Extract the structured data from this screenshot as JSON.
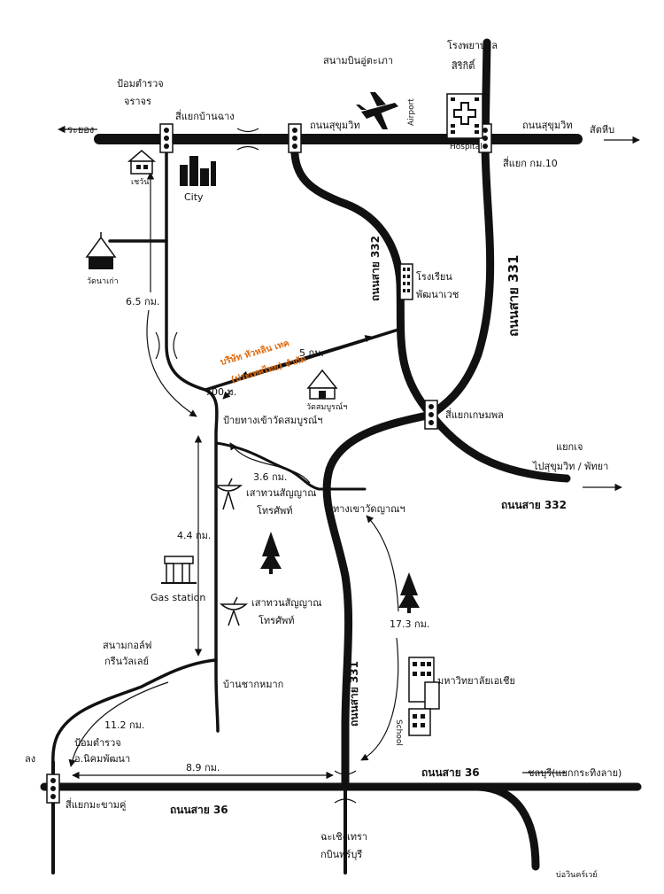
{
  "top_labels": {
    "airport_th": "สนามบินอู่ตะเภา",
    "hospital_th_1": "โรงพยาบาล",
    "hospital_th_2": "สิริกิติ์",
    "police_th_1": "ป้อมตำรวจ",
    "police_th_2": "จราจร",
    "junction_banchang": "สี่แยกบ้านฉาง",
    "sukhumvit_left": "ถนนสุขุมวิท",
    "sukhumvit_right": "ถนนสุขุมวิท",
    "rayong": "ระยอง",
    "sattahip": "สัตหีบ",
    "junction_km10": "สี่แยก กม.10",
    "airport_en": "Airport",
    "hospital_en": "Hospital",
    "city": "City",
    "chez_wan": "เชวัน"
  },
  "mid_labels": {
    "temple_small": "วัดนาเก่า",
    "dist_65": "6.5 กม.",
    "road_332_vertical": "ถนนสาย 332",
    "road_331_right": "ถนนสาย 331",
    "school_1": "โรงเรียน",
    "school_2": "พัฒนาเวช",
    "dist_5": "5 กม.",
    "company_1": "บริษัท หัวหลิน เทค",
    "company_2": "(ประเทศไทย) จำกัด",
    "dist_700": "700 ม.",
    "temple_entrance": "ป้ายทางเข้าวัดสมบูรณ์ฯ",
    "temple_small_2": "วัดสมบูรณ์ฯ",
    "junction_kasem": "สี่แยกเกษมพล",
    "to_jae_1": "แยกเจ",
    "to_jae_2": "ไปสุขุมวิท / พัทยา",
    "road_332_horizontal": "ถนนสาย 332",
    "dist_36": "3.6 กม.",
    "tower_1a": "เสาทวนสัญญาณ",
    "tower_1b": "โทรศัพท์",
    "khao_way": "ทางเขาวัดญาณฯ",
    "dist_44": "4.4 กม.",
    "gas_station": "Gas station",
    "tower_2a": "เสาทวนสัญญาณ",
    "tower_2b": "โทรศัพท์"
  },
  "bottom_labels": {
    "dist_173": "17.3 กม.",
    "golf_1": "สนามกอล์ฟ",
    "golf_2": "กรีนวัลเลย์",
    "ban_chak": "บ้านชากหมาก",
    "university": "มหาวิทยาลัยเอเชีย",
    "school_en": "School",
    "road_331_bottom": "ถนนสาย 331",
    "dist_112": "11.2 กม.",
    "police_b_1": "ป้อมตำรวจ",
    "police_b_2": "อ.นิคมพัฒนา",
    "long": "ลง",
    "dist_89": "8.9 กม.",
    "road_36_right": "ถนนสาย 36",
    "chonburi": "ชลบุรี(แยกกระทิงลาย)",
    "junction_makham": "สี่แยกมะขามคู่",
    "road_36_left": "ถนนสาย 36",
    "chachoengsao_1": "ฉะเชิงเทรา",
    "chachoengsao_2": "กบินทร์บุรี",
    "bottom_right": "บ่อวินคร์เวย์"
  }
}
